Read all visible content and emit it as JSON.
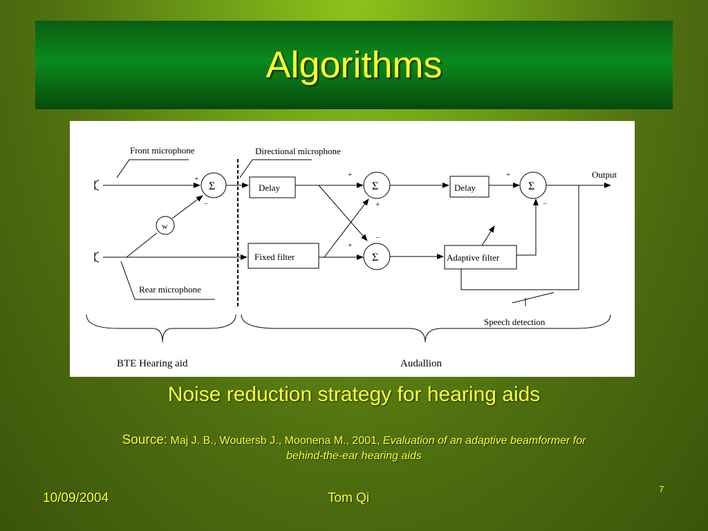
{
  "slide": {
    "title": "Algorithms",
    "caption": "Noise reduction strategy for hearing aids",
    "source_label": "Source:",
    "source_authors": "Maj J. B., Woutersb J., Moonena M., 2001,",
    "source_title": "Evaluation of an adaptive beamformer for behind-the-ear hearing aids",
    "date": "10/09/2004",
    "author": "Tom Qi",
    "page_number": "7"
  },
  "diagram": {
    "front_mic": "Front microphone",
    "rear_mic": "Rear microphone",
    "directional_mic": "Directional microphone",
    "delay1": "Delay",
    "delay2": "Delay",
    "fixed_filter": "Fixed filter",
    "adaptive_filter": "Adaptive filter",
    "output": "Output",
    "speech_detection": "Speech detection",
    "weight": "w",
    "sigma": "Σ",
    "plus": "+",
    "minus": "−",
    "bte": "BTE Hearing aid",
    "audallion": "Audallion"
  }
}
